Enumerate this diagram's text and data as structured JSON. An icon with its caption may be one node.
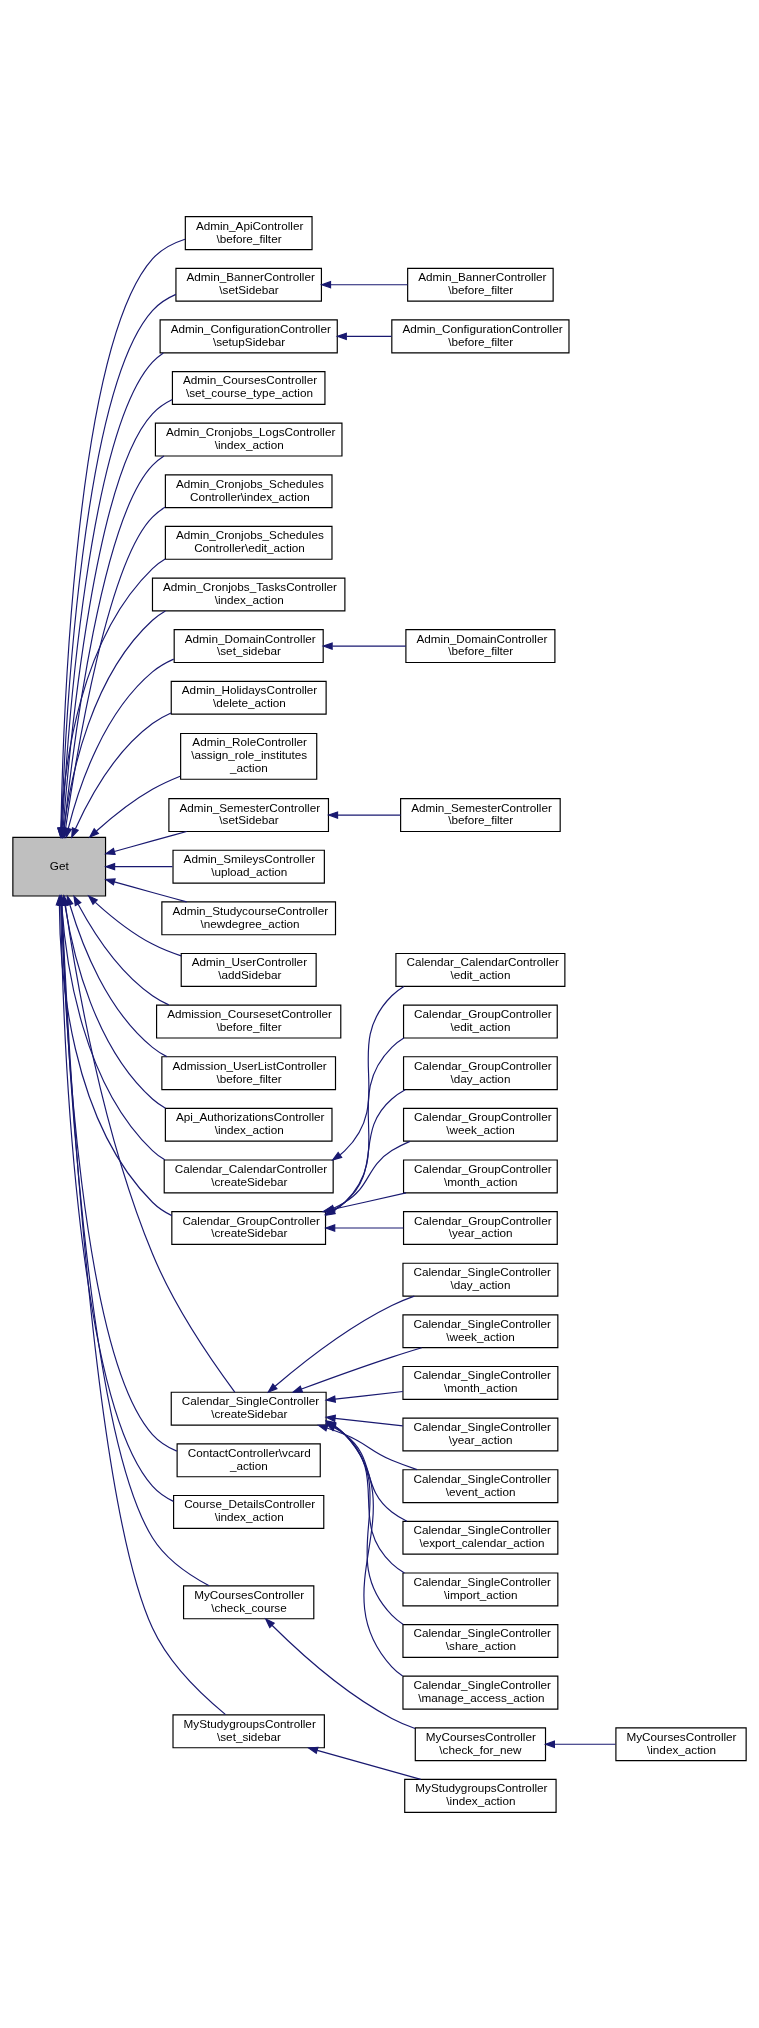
{
  "diagram": {
    "nodes": [
      {
        "text": [
          "Get"
        ]
      },
      {
        "text": [
          "Admin_ApiController \\before_filter"
        ]
      },
      {
        "text": [
          "Admin_BannerController \\setSidebar"
        ]
      },
      {
        "text": [
          "Admin_BannerController \\before_filter"
        ]
      },
      {
        "text": [
          "Admin_ConfigurationController \\setupSidebar"
        ]
      },
      {
        "text": [
          "Admin_ConfigurationController \\before_filter"
        ]
      },
      {
        "text": [
          "Admin_CoursesController \\set_course_type_action"
        ]
      },
      {
        "text": [
          "Admin_Cronjobs_LogsController \\index_action"
        ]
      },
      {
        "text": [
          "Admin_Cronjobs_Schedules Controller\\index_action"
        ]
      },
      {
        "text": [
          "Admin_Cronjobs_Schedules Controller\\edit_action"
        ]
      },
      {
        "text": [
          "Admin_Cronjobs_TasksController \\index_action"
        ]
      },
      {
        "text": [
          "Admin_DomainController \\set_sidebar"
        ]
      },
      {
        "text": [
          "Admin_DomainController \\before_filter"
        ]
      },
      {
        "text": [
          "Admin_HolidaysController \\delete_action"
        ]
      },
      {
        "text": [
          "Admin_RoleController \\assign_role_institutes _action"
        ]
      },
      {
        "text": [
          "Admin_SemesterController \\setSidebar"
        ]
      },
      {
        "text": [
          "Admin_SemesterController \\before_filter"
        ]
      },
      {
        "text": [
          "Admin_SmileysController \\upload_action"
        ]
      },
      {
        "text": [
          "Admin_StudycourseController \\newdegree_action"
        ]
      },
      {
        "text": [
          "Admin_UserController \\addSidebar"
        ]
      },
      {
        "text": [
          "Admission_CoursesetController \\before_filter"
        ]
      },
      {
        "text": [
          "Admission_UserListController \\before_filter"
        ]
      },
      {
        "text": [
          "Api_AuthorizationsController \\index_action"
        ]
      },
      {
        "text": [
          "Calendar_CalendarController \\createSidebar"
        ]
      },
      {
        "text": [
          "Calendar_CalendarController \\edit_action"
        ]
      },
      {
        "text": [
          "Calendar_GroupController \\createSidebar"
        ]
      },
      {
        "text": [
          "Calendar_GroupController \\edit_action"
        ]
      },
      {
        "text": [
          "Calendar_GroupController \\day_action"
        ]
      },
      {
        "text": [
          "Calendar_GroupController \\week_action"
        ]
      },
      {
        "text": [
          "Calendar_GroupController \\month_action"
        ]
      },
      {
        "text": [
          "Calendar_GroupController \\year_action"
        ]
      },
      {
        "text": [
          "Calendar_SingleController \\createSidebar"
        ]
      },
      {
        "text": [
          "Calendar_SingleController \\day_action"
        ]
      },
      {
        "text": [
          "Calendar_SingleController \\week_action"
        ]
      },
      {
        "text": [
          "Calendar_SingleController \\month_action"
        ]
      },
      {
        "text": [
          "Calendar_SingleController \\year_action"
        ]
      },
      {
        "text": [
          "Calendar_SingleController \\event_action"
        ]
      },
      {
        "text": [
          "Calendar_SingleController \\export_calendar_action"
        ]
      },
      {
        "text": [
          "Calendar_SingleController \\import_action"
        ]
      },
      {
        "text": [
          "Calendar_SingleController \\share_action"
        ]
      },
      {
        "text": [
          "Calendar_SingleController \\manage_access_action"
        ]
      },
      {
        "text": [
          "ContactController\\vcard _action"
        ]
      },
      {
        "text": [
          "Course_DetailsController \\index_action"
        ]
      },
      {
        "text": [
          "MyCoursesController \\check_course"
        ]
      },
      {
        "text": [
          "MyCoursesController \\check_for_new"
        ]
      },
      {
        "text": [
          "MyCoursesController \\index_action"
        ]
      },
      {
        "text": [
          "MyStudygroupsController \\set_sidebar"
        ]
      },
      {
        "text": [
          "MyStudygroupsController \\index_action"
        ]
      }
    ],
    "edges": [
      {
        "from": 1,
        "to": 0,
        "arrow": "to"
      },
      {
        "from": 2,
        "to": 0,
        "arrow": "to"
      },
      {
        "from": 3,
        "to": 2,
        "arrow": "to"
      },
      {
        "from": 4,
        "to": 0,
        "arrow": "to"
      },
      {
        "from": 5,
        "to": 4,
        "arrow": "to"
      },
      {
        "from": 6,
        "to": 0,
        "arrow": "to"
      },
      {
        "from": 7,
        "to": 0,
        "arrow": "to"
      },
      {
        "from": 8,
        "to": 0,
        "arrow": "to"
      },
      {
        "from": 9,
        "to": 0,
        "arrow": "to"
      },
      {
        "from": 10,
        "to": 0,
        "arrow": "to"
      },
      {
        "from": 11,
        "to": 0,
        "arrow": "to"
      },
      {
        "from": 12,
        "to": 11,
        "arrow": "to"
      },
      {
        "from": 13,
        "to": 0,
        "arrow": "to"
      },
      {
        "from": 14,
        "to": 0,
        "arrow": "to"
      },
      {
        "from": 15,
        "to": 0,
        "arrow": "to"
      },
      {
        "from": 16,
        "to": 15,
        "arrow": "to"
      },
      {
        "from": 17,
        "to": 0,
        "arrow": "to"
      },
      {
        "from": 18,
        "to": 0,
        "arrow": "to"
      },
      {
        "from": 19,
        "to": 0,
        "arrow": "to"
      },
      {
        "from": 20,
        "to": 0,
        "arrow": "to"
      },
      {
        "from": 21,
        "to": 0,
        "arrow": "to"
      },
      {
        "from": 22,
        "to": 0,
        "arrow": "to"
      },
      {
        "from": 23,
        "to": 0,
        "arrow": "to"
      },
      {
        "from": 24,
        "to": 23,
        "arrow": "to"
      },
      {
        "from": 25,
        "to": 0,
        "arrow": "to"
      },
      {
        "from": 26,
        "to": 25,
        "arrow": "to"
      },
      {
        "from": 27,
        "to": 25,
        "arrow": "to"
      },
      {
        "from": 28,
        "to": 25,
        "arrow": "to"
      },
      {
        "from": 29,
        "to": 25,
        "arrow": "to"
      },
      {
        "from": 30,
        "to": 25,
        "arrow": "to"
      },
      {
        "from": 31,
        "to": 0,
        "arrow": "to"
      },
      {
        "from": 32,
        "to": 31,
        "arrow": "to"
      },
      {
        "from": 33,
        "to": 31,
        "arrow": "to"
      },
      {
        "from": 34,
        "to": 31,
        "arrow": "to"
      },
      {
        "from": 35,
        "to": 31,
        "arrow": "to"
      },
      {
        "from": 36,
        "to": 31,
        "arrow": "to"
      },
      {
        "from": 37,
        "to": 31,
        "arrow": "to"
      },
      {
        "from": 38,
        "to": 31,
        "arrow": "to"
      },
      {
        "from": 39,
        "to": 31,
        "arrow": "to"
      },
      {
        "from": 40,
        "to": 31,
        "arrow": "to"
      },
      {
        "from": 41,
        "to": 0,
        "arrow": "to"
      },
      {
        "from": 42,
        "to": 0,
        "arrow": "to"
      },
      {
        "from": 43,
        "to": 0,
        "arrow": "to"
      },
      {
        "from": 44,
        "to": 43,
        "arrow": "to"
      },
      {
        "from": 45,
        "to": 44,
        "arrow": "to"
      },
      {
        "from": 46,
        "to": 0,
        "arrow": "to"
      },
      {
        "from": 47,
        "to": 46,
        "arrow": "to"
      }
    ]
  }
}
